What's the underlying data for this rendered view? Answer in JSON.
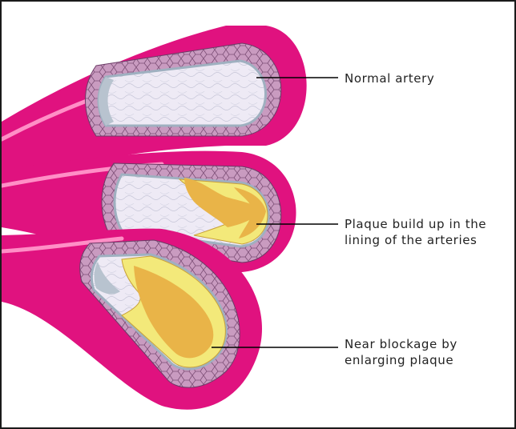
{
  "labels": {
    "normal": {
      "lines": [
        "Normal artery"
      ]
    },
    "plaque": {
      "lines": [
        "Plaque build up in the",
        "lining of the arteries"
      ]
    },
    "blockage": {
      "lines": [
        "Near blockage by",
        "enlarging plaque"
      ]
    }
  },
  "colors": {
    "outer_wall": "#e0127f",
    "outer_wall_highlight": "#ff8fc6",
    "middle_layer": "#c99bc0",
    "cell_lines": "#7d4f77",
    "lumen": "#eeeaf5",
    "lumen_edge": "#9fb0c0",
    "plaque_yellow": "#f3e97a",
    "plaque_gold": "#e9b448",
    "leader_line": "#000000"
  }
}
